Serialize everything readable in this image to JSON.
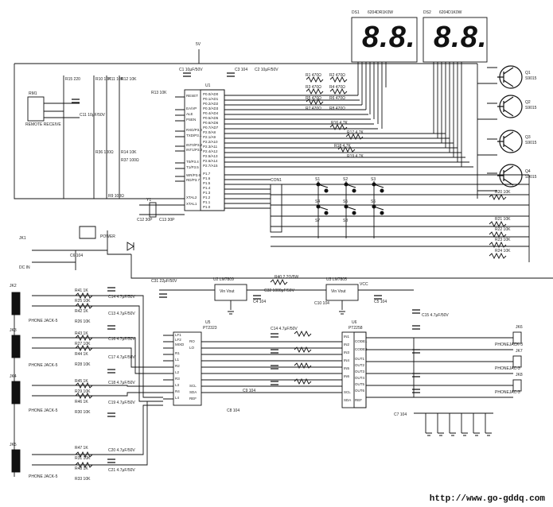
{
  "title": "",
  "source": "http://www.go-gddq.com",
  "displays": [
    {
      "ref": "DS1",
      "part": "6204DR1K0W",
      "value": "8.8."
    },
    {
      "ref": "DS2",
      "part": "6204D1K0W",
      "value": "8.8."
    }
  ],
  "modules": {
    "remote": "REMOTE RECEIVE",
    "rm": "RM1",
    "power_label": "POWER",
    "dc_in": "DC IN",
    "vcc": "VCC",
    "vcc_top": "5V"
  },
  "ics": {
    "u1": {
      "ref": "U1"
    },
    "u2": {
      "ref": "U2 LM7809",
      "pins": "Vin Vout"
    },
    "u3": {
      "ref": "U3 LM7805",
      "pins": "Vin Vout"
    },
    "u5": {
      "ref": "U5",
      "part": "PT2323"
    },
    "u6": {
      "ref": "U6",
      "part": "PT2258"
    },
    "con": "CON1"
  },
  "transistors": [
    {
      "ref": "Q1",
      "part": "S9015"
    },
    {
      "ref": "Q2",
      "part": "S9015"
    },
    {
      "ref": "Q3",
      "part": "S9015"
    },
    {
      "ref": "Q4",
      "part": "S9015"
    }
  ],
  "switches": [
    "S1",
    "S2",
    "S3",
    "S4",
    "S5",
    "S6",
    "S7",
    "S8"
  ],
  "resistors": {
    "digit_bus": [
      "R1 470Ω",
      "R2 470Ω",
      "R3 470Ω",
      "R4 470Ω",
      "R5 470Ω",
      "R6 470Ω",
      "R7 470Ω",
      "R8 470Ω"
    ],
    "base": [
      "R16 4.7K",
      "R17 4.7K",
      "R18 4.7K",
      "R19 4.7K"
    ],
    "key_pullups": [
      "R20 10K",
      "R21 10K",
      "R22 10K",
      "R23 10K",
      "R24 10K"
    ],
    "misc": [
      "R15 220",
      "R10 10K",
      "R11 10K",
      "R12 10K",
      "R13 10K",
      "R14 10K",
      "R36 100Ω",
      "R37 100Ω",
      "R9 100Ω",
      "R40 2.2Ω/5W"
    ]
  },
  "phone_jacks_left": [
    {
      "ref": "JK2",
      "label": "PHONE JACK-5",
      "parts": [
        "R41 1K",
        "R25 10K",
        "R42 1K",
        "R26 10K",
        "C14 4.7μF/50V",
        "C13 4.7μF/50V"
      ]
    },
    {
      "ref": "JK3",
      "label": "PHONE JACK-5",
      "parts": [
        "R43 1K",
        "R27 10K",
        "R44 1K",
        "R28 10K",
        "C16 4.7μF/50V",
        "C17 4.7μF/50V"
      ]
    },
    {
      "ref": "JK4",
      "label": "PHONE JACK-5",
      "parts": [
        "R45 1K",
        "R29 10K",
        "R46 1K",
        "R30 10K",
        "C18 4.7μF/50V",
        "C19 4.7μF/50V"
      ]
    },
    {
      "ref": "JK5",
      "label": "PHONE JACK-5",
      "parts": [
        "R47 1K",
        "R31 10K",
        "R48 1K",
        "R33 10K",
        "C20 4.7μF/50V",
        "C21 4.7μF/50V"
      ]
    }
  ],
  "phone_jacks_right": [
    {
      "ref": "JK6",
      "label": "PHONEJACK-3"
    },
    {
      "ref": "JK7",
      "label": "PHONEJAC-3"
    },
    {
      "ref": "JK8",
      "label": "PHONEJAC-3"
    }
  ],
  "jk1": "JK1",
  "caps": [
    "C1 10μF/50V",
    "C2 10μF/50V",
    "C3 104",
    "C4 104",
    "C5 104",
    "C6 104",
    "C7 104",
    "C8 104",
    "C9 104",
    "C10 104",
    "C11 10μF/50V",
    "C12 30P",
    "C13 30P",
    "C14 4.7μF/50V",
    "C15 4.7μF/50V",
    "C31 22μF/50V",
    "C32 1000μF/50V"
  ],
  "pin_labels_u1": [
    "RESET",
    "EA/VP",
    "ALE",
    "PSEN",
    "RXD/P3.0",
    "TXD/P3.1",
    "INT0/P3.2",
    "INT1/P3.3",
    "T0/P3.4",
    "T1/P3.5",
    "WR/P3.6",
    "RD/P3.7",
    "XTAL2",
    "XTAL1"
  ],
  "pin_labels_u1_right": [
    "P0.0/AD0",
    "P0.1/AD1",
    "P0.2/AD2",
    "P0.3/AD3",
    "P0.4/AD4",
    "P0.5/AD5",
    "P0.6/AD6",
    "P0.7/AD7",
    "P2.0/A8",
    "P2.1/A9",
    "P2.2/A10",
    "P2.3/A11",
    "P2.4/A12",
    "P2.5/A13",
    "P2.6/A14",
    "P2.7/A15",
    "P1.7",
    "P1.6",
    "P1.5",
    "P1.4",
    "P1.3",
    "P1.2",
    "P1.1",
    "P1.0"
  ],
  "pin_labels_u5": [
    "LF1",
    "LF2",
    "MIXD",
    "RO",
    "LO",
    "R1",
    "L1",
    "R2",
    "L2",
    "R3",
    "L3",
    "R4",
    "L4",
    "SCL",
    "SDA",
    "REF"
  ],
  "pin_labels_u6": [
    "IN1",
    "IN2",
    "IN3",
    "IN4",
    "IN5",
    "IN6",
    "CODE1",
    "CODE2",
    "OUT1",
    "OUT2",
    "OUT3",
    "OUT4",
    "OUT5",
    "OUT6",
    "SCL",
    "SDA",
    "REF"
  ],
  "crystal": "Y1"
}
